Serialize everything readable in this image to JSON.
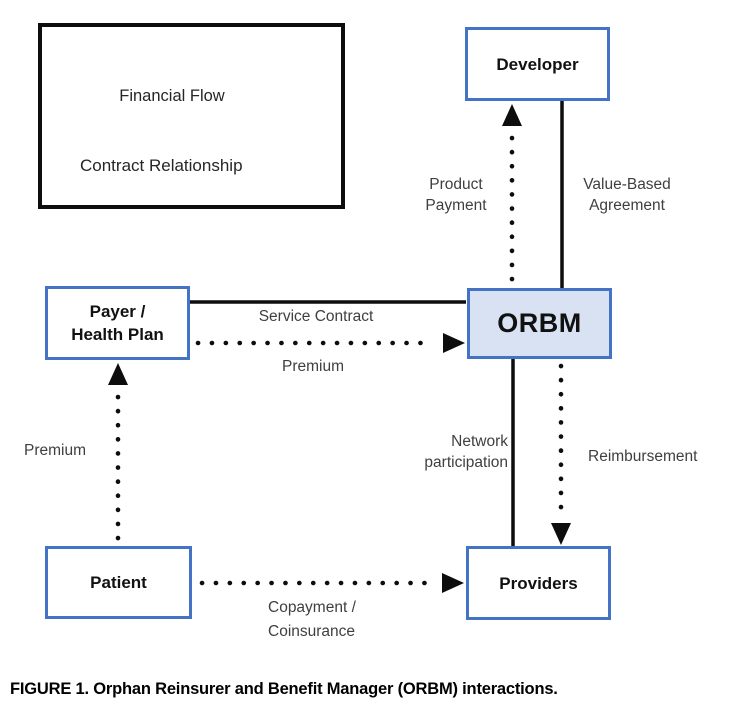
{
  "figure": {
    "caption": "FIGURE 1. Orphan Reinsurer and Benefit Manager (ORBM) interactions."
  },
  "legend": {
    "financial_flow_label": "Financial Flow",
    "contract_relationship_label": "Contract Relationship"
  },
  "nodes": {
    "developer": {
      "label": "Developer"
    },
    "payer": {
      "label_line1": "Payer /",
      "label_line2": "Health Plan"
    },
    "orbm": {
      "label": "ORBM"
    },
    "patient": {
      "label": "Patient"
    },
    "providers": {
      "label": "Providers"
    }
  },
  "edges": {
    "product_payment": {
      "type": "financial-flow",
      "from": "ORBM",
      "to": "Developer",
      "label_line1": "Product",
      "label_line2": "Payment"
    },
    "value_based_agreement": {
      "type": "contract",
      "between": "Developer and ORBM",
      "label_line1": "Value-Based",
      "label_line2": "Agreement"
    },
    "service_contract": {
      "type": "contract",
      "between": "Payer / Health Plan and ORBM",
      "label": "Service Contract"
    },
    "premium_payer_to_orbm": {
      "type": "financial-flow",
      "from": "Payer / Health Plan",
      "to": "ORBM",
      "label": "Premium"
    },
    "premium_patient_to_payer": {
      "type": "financial-flow",
      "from": "Patient",
      "to": "Payer / Health Plan",
      "label": "Premium"
    },
    "network_participation": {
      "type": "contract",
      "between": "ORBM and Providers",
      "label_line1": "Network",
      "label_line2": "participation"
    },
    "reimbursement": {
      "type": "financial-flow",
      "from": "ORBM",
      "to": "Providers",
      "label": "Reimbursement"
    },
    "copayment_coinsurance": {
      "type": "financial-flow",
      "from": "Patient",
      "to": "Providers",
      "label_line1": "Copayment /",
      "label_line2": "Coinsurance"
    }
  },
  "colors": {
    "node_border": "#4472C4",
    "orbm_fill": "#D9E2F3",
    "line_ink": "#0d0d0d",
    "edge_label_text": "#3F3F3F"
  }
}
